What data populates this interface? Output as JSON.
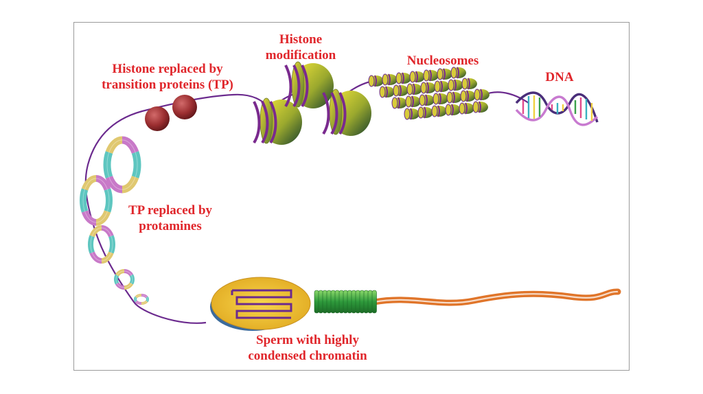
{
  "labels": {
    "histone_modification": [
      "Histone",
      "modification"
    ],
    "nucleosomes": "Nucleosomes",
    "dna": "DNA",
    "histone_replaced": [
      "Histone replaced by",
      "transition proteins (TP)"
    ],
    "tp_replaced": [
      "TP replaced by",
      "protamines"
    ],
    "sperm": [
      "Sperm with highly",
      "condensed chromatin"
    ]
  },
  "colors": {
    "label_text": "#e0262b",
    "chromatin_strand": "#6b2a8e",
    "histone_core": "#c9c22a",
    "histone_dark": "#1f5a3a",
    "transition_protein": "#a3383a",
    "protamine_ring_pink": "#c879c8",
    "protamine_ring_teal": "#5ec6c0",
    "protamine_ring_yellow": "#e0c870",
    "sperm_head": "#f2c63a",
    "sperm_midpiece": "#3ea84a",
    "sperm_tail": "#e0752a"
  }
}
